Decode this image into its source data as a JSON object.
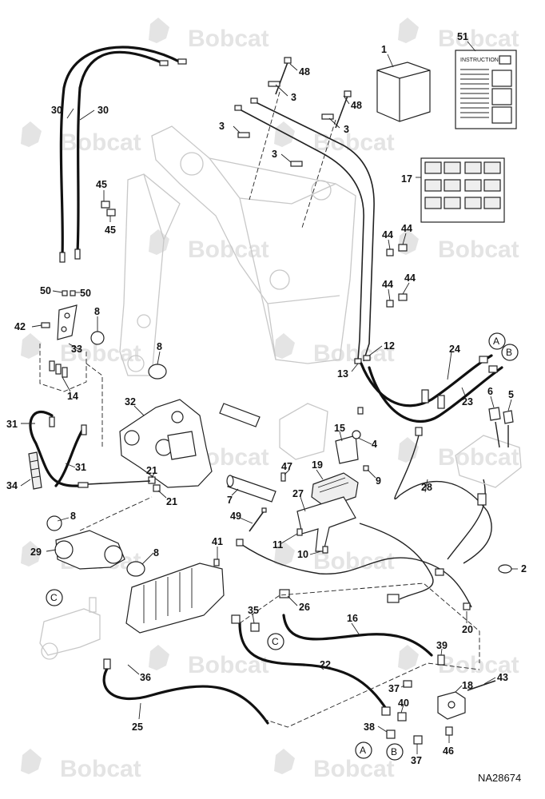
{
  "watermark": {
    "brand": "Bobcat"
  },
  "callouts": [
    "1",
    "51",
    "48",
    "3",
    "48",
    "30",
    "30",
    "3",
    "3",
    "3",
    "17",
    "45",
    "45",
    "44",
    "44",
    "44",
    "44",
    "50",
    "50",
    "42",
    "8",
    "8",
    "33",
    "12",
    "24",
    "23",
    "13",
    "14",
    "6",
    "5",
    "32",
    "31",
    "15",
    "4",
    "9",
    "19",
    "27",
    "28",
    "31",
    "47",
    "34",
    "21",
    "21",
    "7",
    "49",
    "8",
    "11",
    "10",
    "2",
    "29",
    "8",
    "41",
    "26",
    "35",
    "20",
    "16",
    "39",
    "36",
    "22",
    "37",
    "18",
    "43",
    "40",
    "25",
    "38",
    "37",
    "46"
  ],
  "connectors": {
    "a": "A",
    "b": "B",
    "c": "C"
  },
  "instructions_label": "INSTRUCTIONS",
  "drawing_code": "NA28674"
}
